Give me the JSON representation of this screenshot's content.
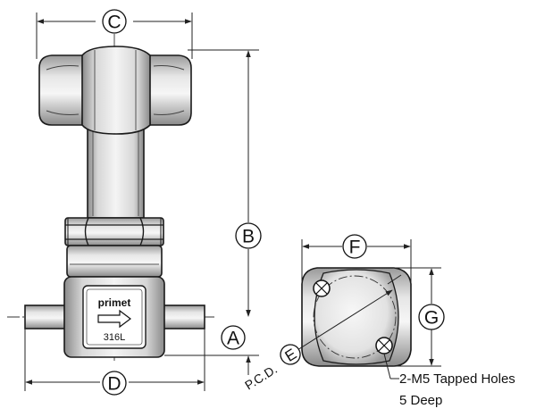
{
  "labels": {
    "a": "A",
    "b": "B",
    "c": "C",
    "d": "D",
    "e": "E",
    "f": "F",
    "g": "G"
  },
  "body_marking": {
    "brand": "primet",
    "material": "316L"
  },
  "pcd_label": "P.C.D.",
  "tapped_holes_line1": "2-M5 Tapped Holes",
  "tapped_holes_line2": "5 Deep",
  "colors": {
    "line": "#1a1a1a",
    "metal_dark": "#8a8a8a",
    "metal_light": "#f2f2f2",
    "background": "#ffffff"
  }
}
